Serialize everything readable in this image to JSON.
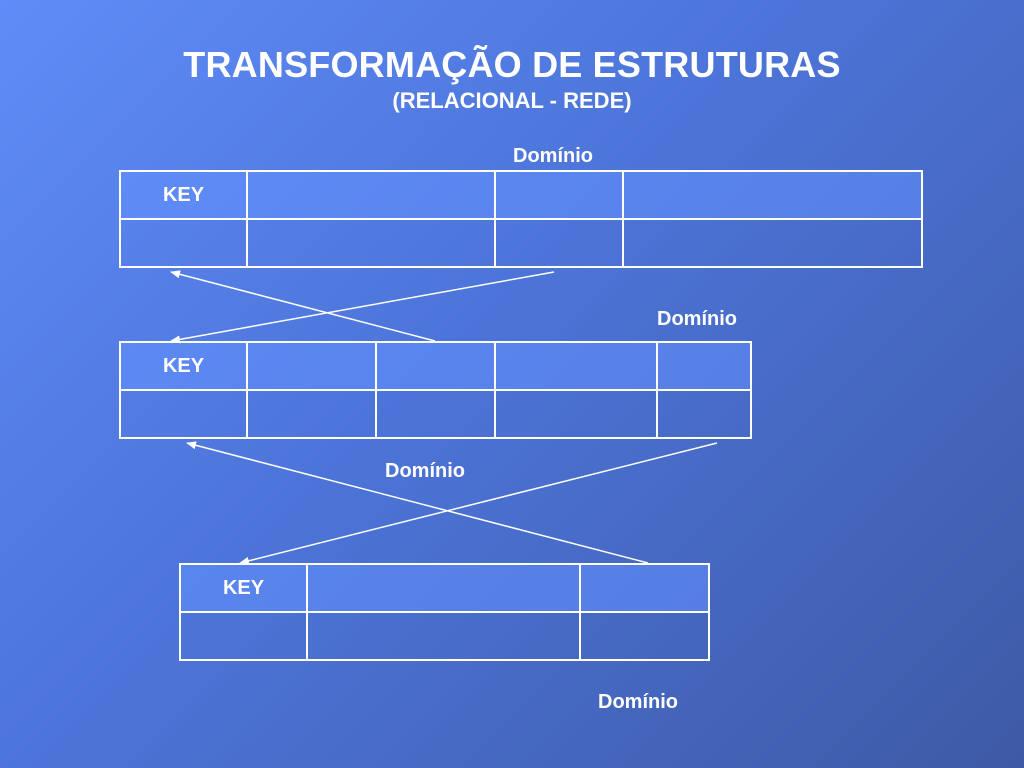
{
  "title": "TRANSFORMAÇÃO DE ESTRUTURAS",
  "subtitle": "(RELACIONAL - REDE)",
  "tables": [
    {
      "key_label": "KEY",
      "domain_label": "Domínio"
    },
    {
      "key_label": "KEY",
      "domain_label": "Domínio"
    },
    {
      "key_label": "KEY",
      "domain_label": "Domínio"
    }
  ],
  "bottom_label": "Domínio",
  "colors": {
    "background_start": "#5f8cf8",
    "background_end": "#3e5aa6",
    "lines": "#ffffff"
  }
}
